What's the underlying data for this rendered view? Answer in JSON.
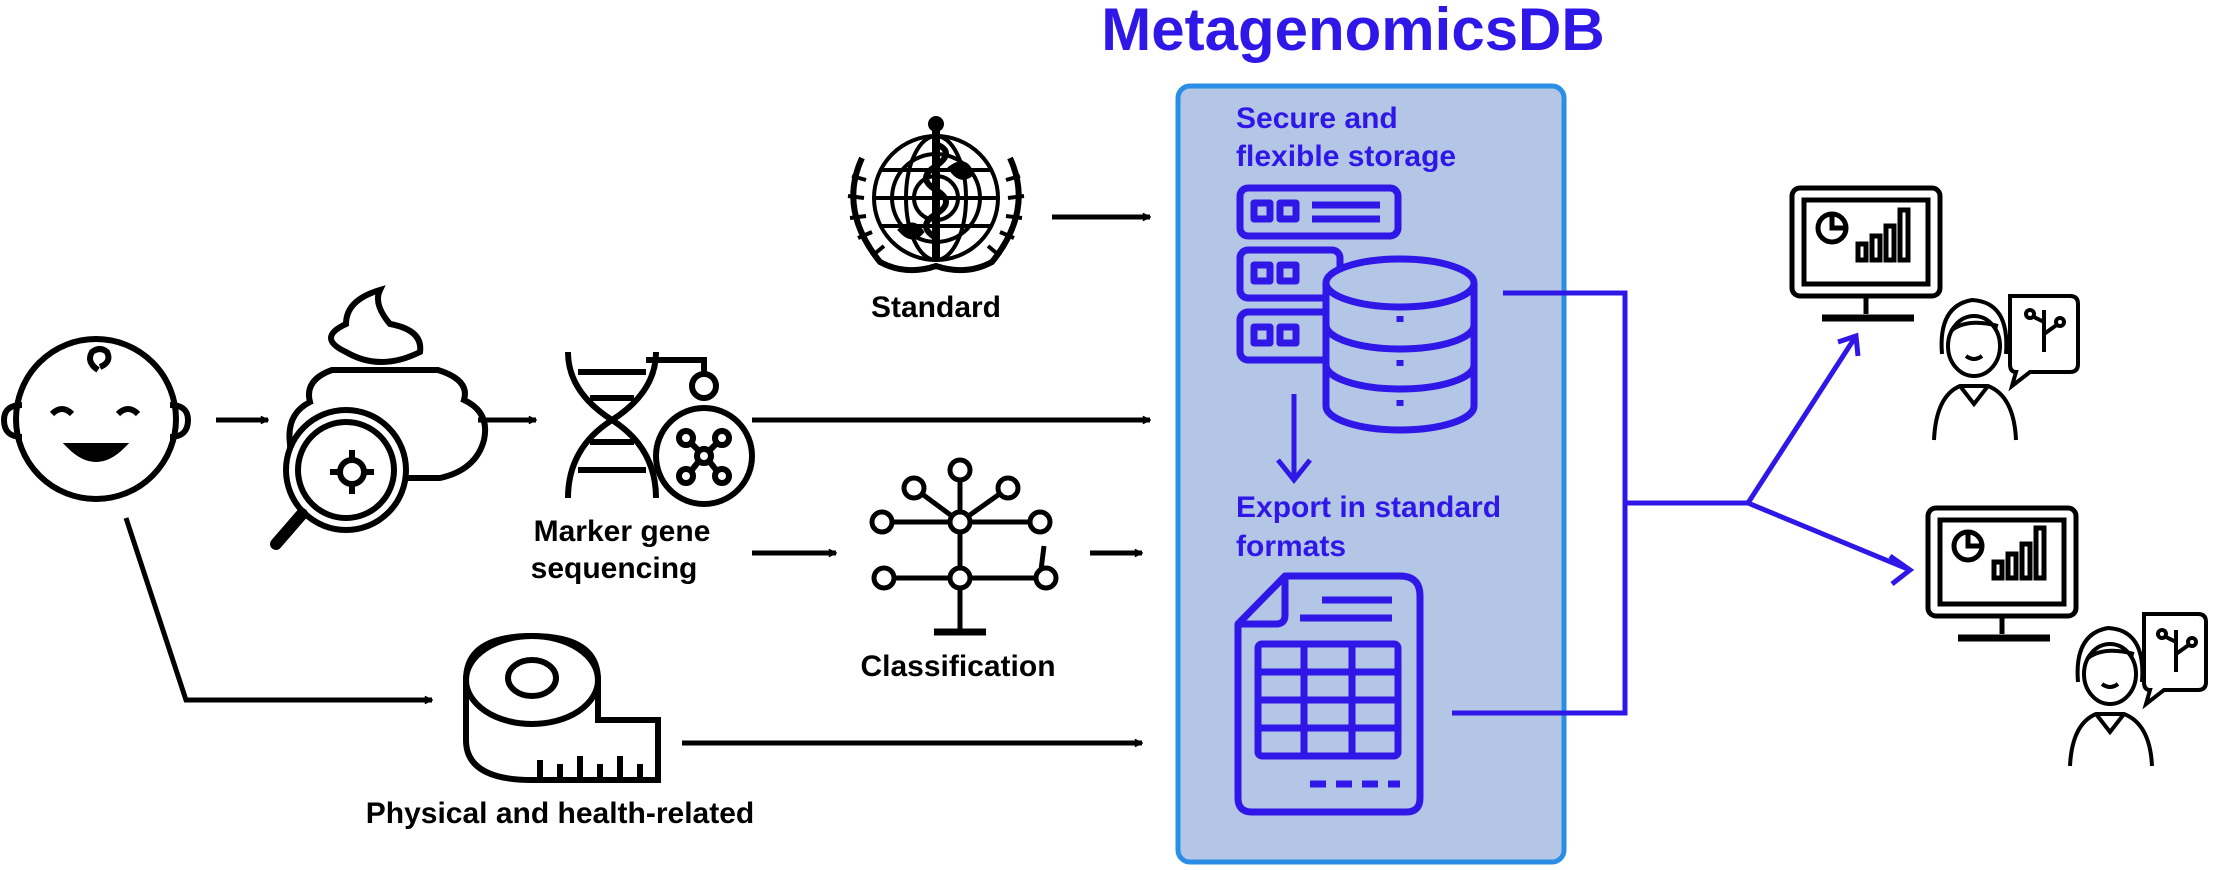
{
  "title": "MetagenomicsDB",
  "labels": {
    "standard": "Standard",
    "marker_line1": "Marker gene",
    "marker_line2": "sequencing",
    "classification": "Classification",
    "physical": "Physical and health-related",
    "storage_line1": "Secure and",
    "storage_line2": "flexible storage",
    "export_line1": "Export in standard",
    "export_line2": "formats"
  },
  "colors": {
    "accent": "#2f17e8",
    "db_panel_fill": "#b3c6e6",
    "db_panel_border": "#2a8ee6",
    "ink": "#000000"
  },
  "icons": [
    "baby-face-icon",
    "stool-sample-icon",
    "magnifier-icon",
    "dna-icon",
    "network-node-icon",
    "who-emblem-icon",
    "phylogenetic-tree-icon",
    "measuring-tape-icon",
    "database-server-icon",
    "spreadsheet-file-icon",
    "monitor-chart-icon",
    "researcher-icon"
  ]
}
